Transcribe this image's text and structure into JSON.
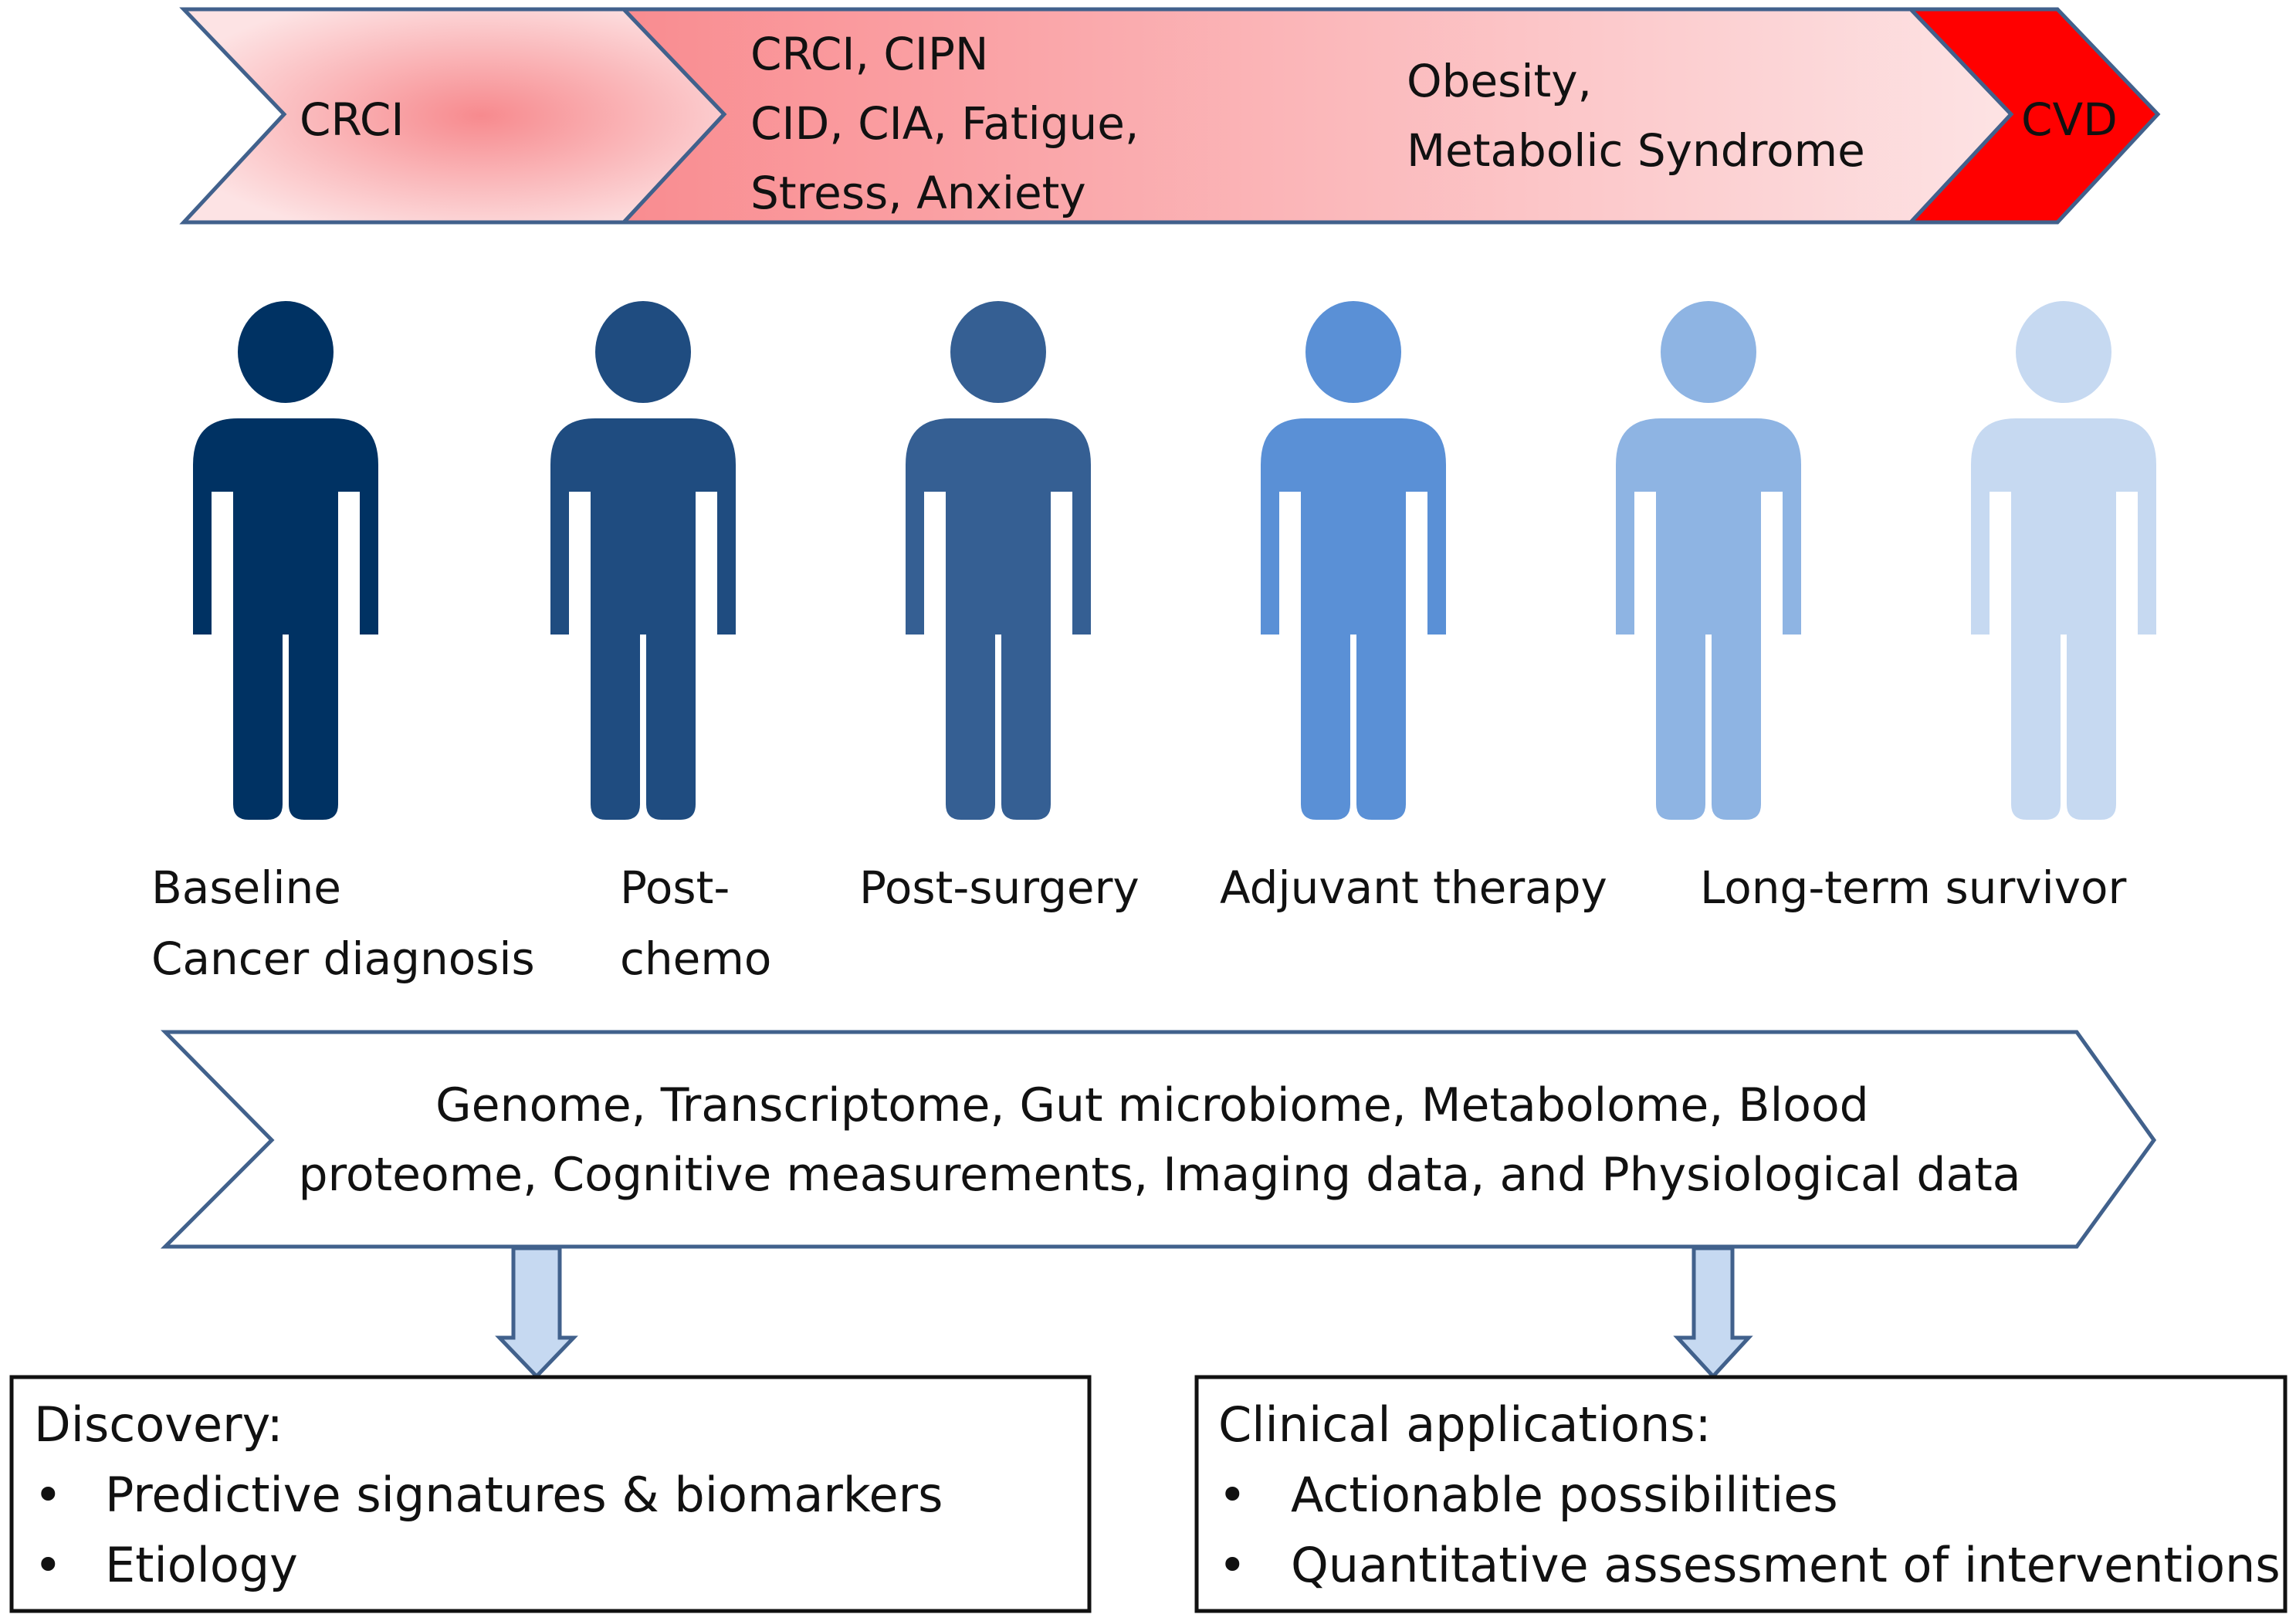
{
  "top_arrow": {
    "segment1": {
      "lines": [
        "CRCI"
      ]
    },
    "segment2": {
      "lines_left": [
        "CRCI, CIPN",
        "CID, CIA, Fatigue,",
        "Stress, Anxiety"
      ],
      "lines_right": [
        "Obesity,",
        "Metabolic Syndrome"
      ]
    },
    "segment3": {
      "lines": [
        "CVD"
      ]
    }
  },
  "figures": [
    {
      "label_lines": [
        "Baseline",
        "Cancer diagnosis"
      ],
      "color": "#003263"
    },
    {
      "label_lines": [
        "Post-",
        "chemo"
      ],
      "color": "#1F4C80"
    },
    {
      "label_lines": [
        "Post-surgery"
      ],
      "color": "#355F93"
    },
    {
      "label_lines": [
        "Adjuvant therapy"
      ],
      "color": "#5A90D6"
    },
    {
      "label_lines": [
        "Long-term survivor"
      ],
      "color": "#8EB4E3"
    },
    {
      "label_lines": [
        ""
      ],
      "color": "#C6D9F1"
    }
  ],
  "omics_arrow": {
    "lines": [
      "Genome, Transcriptome, Gut microbiome, Metabolome, Blood",
      "proteome, Cognitive measurements, Imaging data, and Physiological data"
    ]
  },
  "discovery_box": {
    "title": "Discovery:",
    "bullets": [
      "Predictive signatures & biomarkers",
      "Etiology"
    ]
  },
  "clinical_box": {
    "title": "Clinical applications:",
    "bullets": [
      "Actionable possibilities",
      "Quantitative assessment of interventions"
    ]
  },
  "colors": {
    "arrow_outline": "#41618C",
    "cvd_red": "#FF0000",
    "pink_light": "#FDE3E4",
    "pink_mid": "#F9A8AA",
    "pink_core": "#F78A8E",
    "down_arrow_fill": "#C6D9F1"
  }
}
